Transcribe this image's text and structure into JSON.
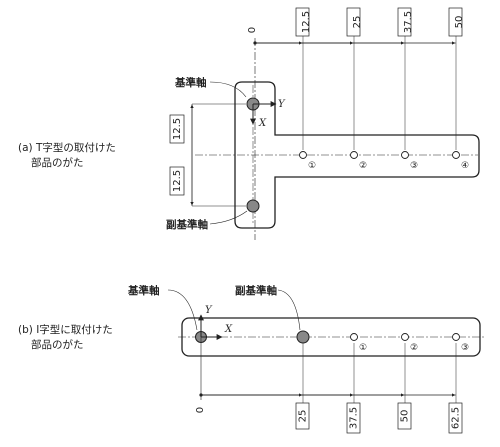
{
  "figure_a": {
    "caption_line1": "(a) T字型の取付けた",
    "caption_line2": "部品のがた",
    "origin": "0",
    "top_dims": [
      "12.5",
      "25",
      "37.5",
      "50"
    ],
    "left_dims": [
      "12.5",
      "12.5"
    ],
    "base_axis_label": "基準軸",
    "sub_axis_label": "副基準軸",
    "x_axis": "X",
    "y_axis": "Y",
    "hole_numbers": [
      "①",
      "②",
      "③",
      "④"
    ]
  },
  "figure_b": {
    "caption_line1": "(b) I字型に取付けた",
    "caption_line2": "部品のがた",
    "origin": "0",
    "bottom_dims": [
      "25",
      "37.5",
      "50",
      "62.5"
    ],
    "base_axis_label": "基準軸",
    "sub_axis_label": "副基準軸",
    "x_axis": "X",
    "y_axis": "Y",
    "hole_numbers": [
      "①",
      "②",
      "③"
    ]
  }
}
